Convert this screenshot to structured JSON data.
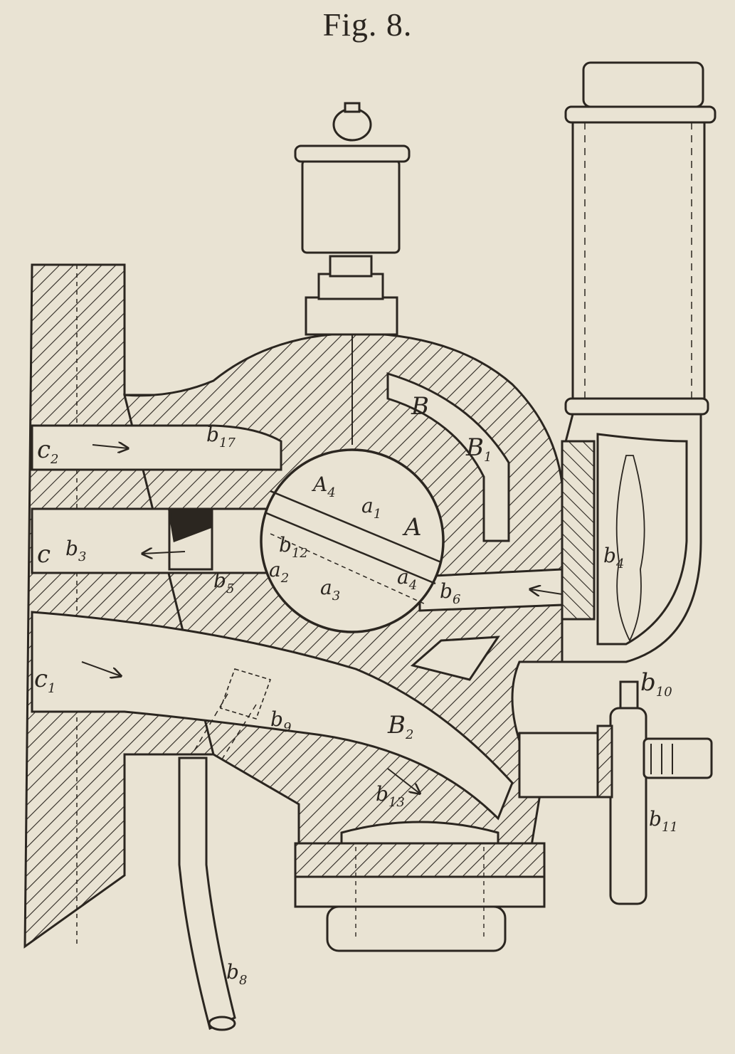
{
  "caption": "Fig. 8.",
  "labels": {
    "c2": {
      "main": "c",
      "sub": "2"
    },
    "c": {
      "main": "c",
      "sub": ""
    },
    "c1": {
      "main": "c",
      "sub": "1"
    },
    "b17": {
      "main": "b",
      "sub": "17"
    },
    "b3": {
      "main": "b",
      "sub": "3"
    },
    "b12": {
      "main": "b",
      "sub": "12"
    },
    "b6": {
      "main": "b",
      "sub": "6"
    },
    "b5": {
      "main": "b",
      "sub": "5"
    },
    "b4": {
      "main": "b",
      "sub": "4"
    },
    "b9": {
      "main": "b",
      "sub": "9"
    },
    "b10": {
      "main": "b",
      "sub": "10"
    },
    "b11": {
      "main": "b",
      "sub": "11"
    },
    "b13": {
      "main": "b",
      "sub": "13"
    },
    "b8": {
      "main": "b",
      "sub": "8"
    },
    "B": {
      "main": "B",
      "sub": ""
    },
    "B1": {
      "main": "B",
      "sub": "1"
    },
    "B2": {
      "main": "B",
      "sub": "2"
    },
    "A": {
      "main": "A",
      "sub": ""
    },
    "A4": {
      "main": "A",
      "sub": "4"
    },
    "a1": {
      "main": "a",
      "sub": "1"
    },
    "a2": {
      "main": "a",
      "sub": "2"
    },
    "a3": {
      "main": "a",
      "sub": "3"
    },
    "a4": {
      "main": "a",
      "sub": "4"
    }
  },
  "colors": {
    "paper": "#e9e3d3",
    "ink": "#2b2620"
  }
}
